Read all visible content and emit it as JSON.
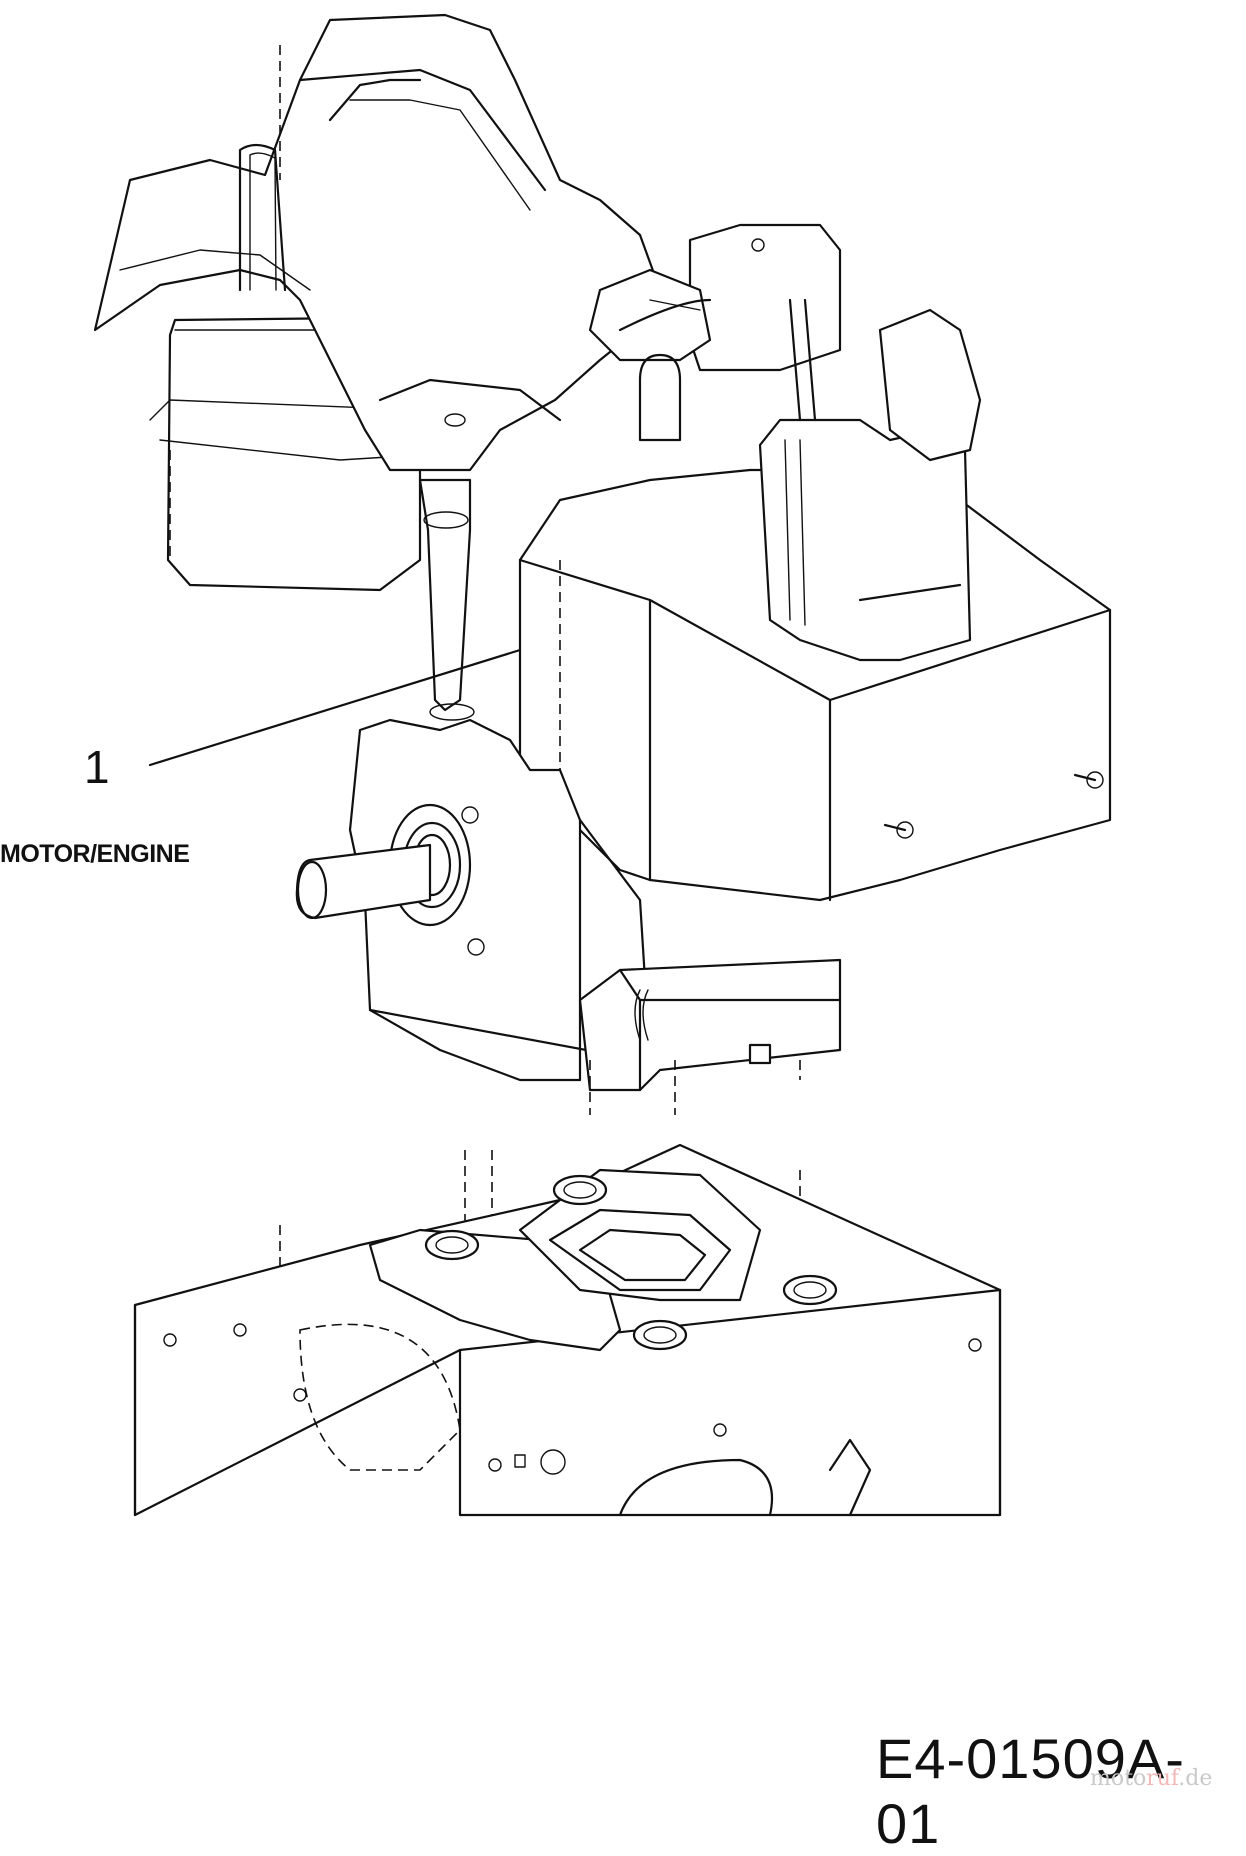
{
  "callout": {
    "number": "1",
    "label": "MOTOR/ENGINE"
  },
  "diagram_code": "E4-01509A-01",
  "watermark": {
    "text_a": "moto",
    "text_b": "ruf",
    "suffix": ".de"
  },
  "colors": {
    "ink": "#111111",
    "background": "#ffffff"
  }
}
